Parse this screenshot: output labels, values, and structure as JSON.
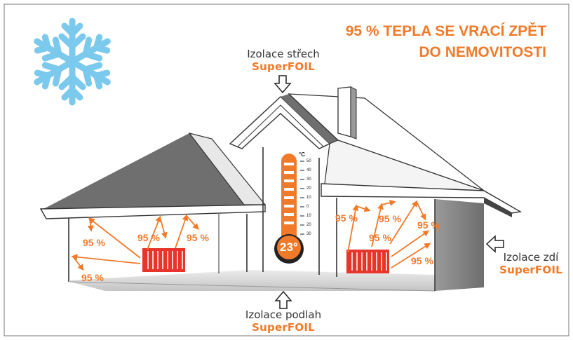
{
  "headline": {
    "line1": "95 % TEPLA SE VRACÍ ZPĚT",
    "line2": "DO NEMOVITOSTI"
  },
  "callouts": {
    "roof": {
      "label": "Izolace střech",
      "brand": "SuperFOIL"
    },
    "walls": {
      "label": "Izolace zdí",
      "brand": "SuperFOIL"
    },
    "floor": {
      "label": "Izolace podlah",
      "brand": "SuperFOIL"
    }
  },
  "percent_labels": [
    "95 %",
    "95 %",
    "95 %",
    "95 %",
    "95 %",
    "95 %",
    "95 %",
    "95 %",
    "95 %"
  ],
  "thermometer": {
    "unit": "°C",
    "ticks": [
      "50",
      "40",
      "30",
      "20",
      "10",
      "0",
      "10",
      "20",
      "30"
    ],
    "reading": "23°"
  },
  "icons": [
    "snowflake-icon",
    "radiator-icon",
    "thermometer-icon",
    "arrow-down-icon",
    "arrow-left-icon",
    "arrow-up-icon"
  ],
  "colors": {
    "accent": "#f07a2a",
    "snowflake": "#7cc9ee",
    "radiator": "#e8352a",
    "roof": "#6f6f6f",
    "wall_shade": "#8a8a8a",
    "floor": "#c8c8c8"
  }
}
